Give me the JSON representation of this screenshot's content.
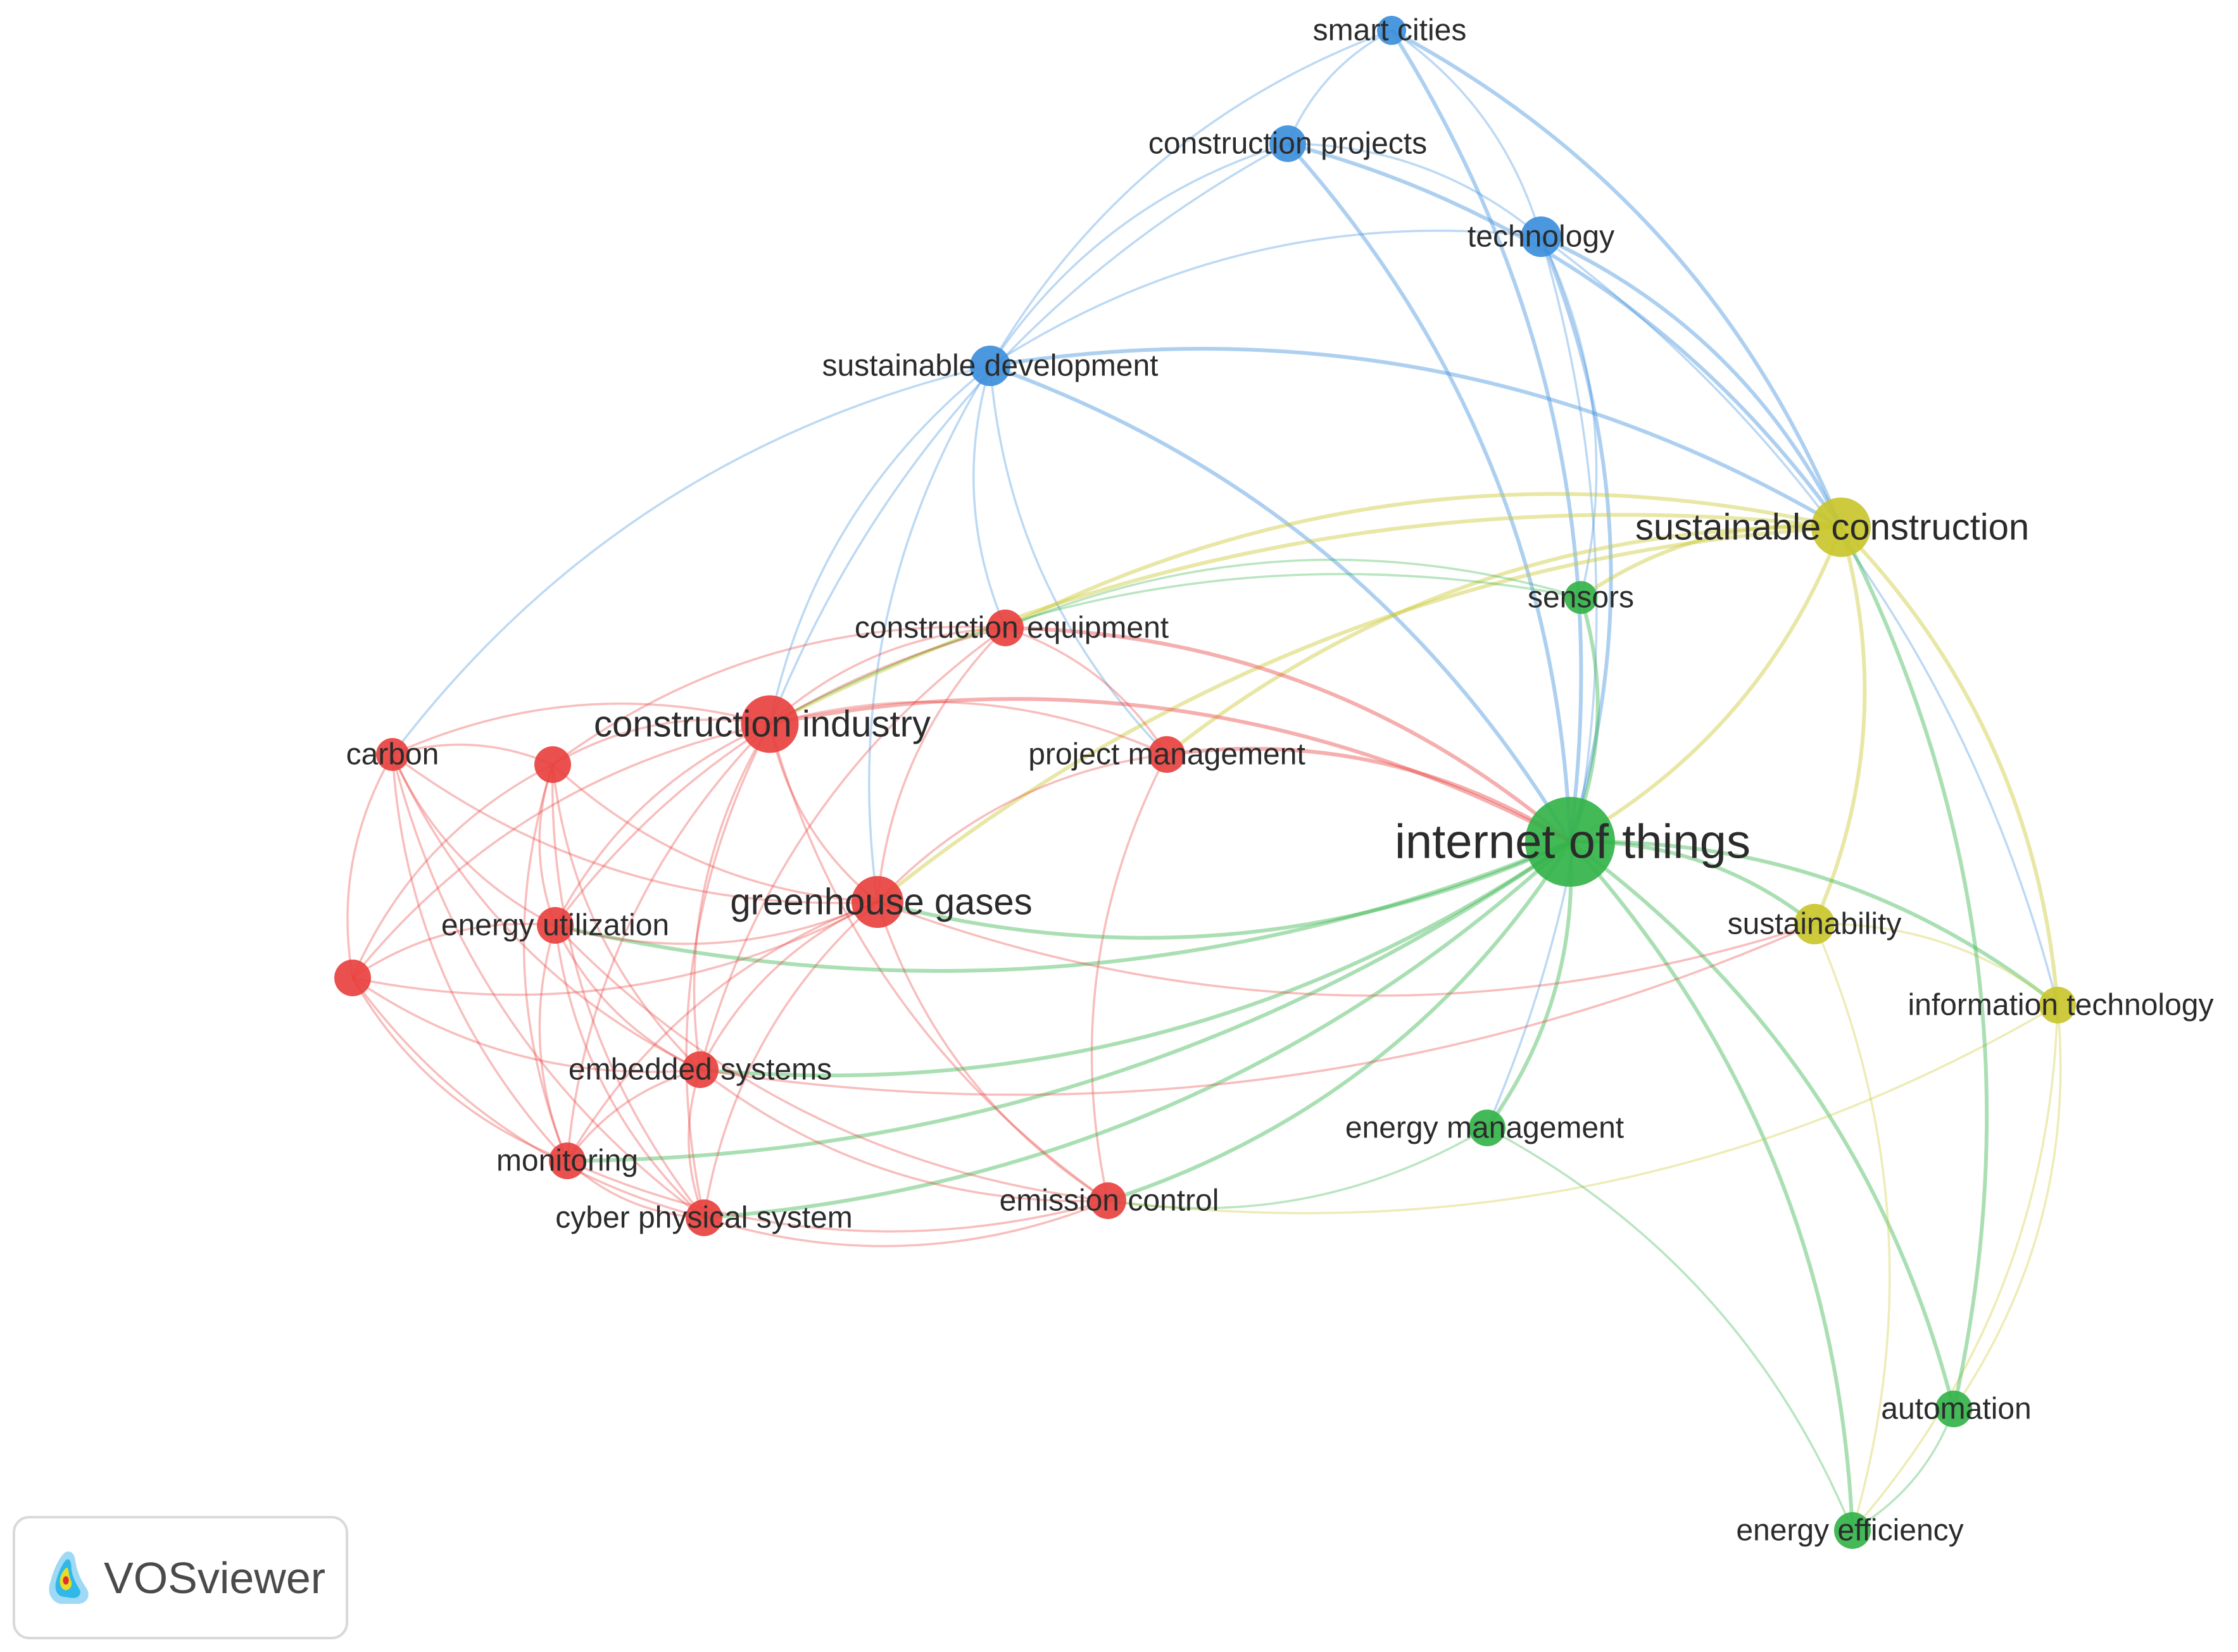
{
  "clusters": {
    "red": "#e8413f",
    "green": "#34b34a",
    "blue": "#3d8fdc",
    "yellow": "#c9c62c"
  },
  "nodes": [
    {
      "id": "smart-cities",
      "label": "smart cities",
      "cluster": "blue",
      "weight": 1
    },
    {
      "id": "construction-projects",
      "label": "construction projects",
      "cluster": "blue",
      "weight": 1.4
    },
    {
      "id": "technology",
      "label": "technology",
      "cluster": "blue",
      "weight": 1.6
    },
    {
      "id": "sustainable-development",
      "label": "sustainable development",
      "cluster": "blue",
      "weight": 1.6
    },
    {
      "id": "sustainable-construction",
      "label": "sustainable construction",
      "cluster": "yellow",
      "weight": 2.6
    },
    {
      "id": "sensors",
      "label": "sensors",
      "cluster": "green",
      "weight": 1.2
    },
    {
      "id": "construction-equipment",
      "label": "construction equipment",
      "cluster": "red",
      "weight": 1.4
    },
    {
      "id": "construction-industry",
      "label": "construction industry",
      "cluster": "red",
      "weight": 2.5
    },
    {
      "id": "carbon",
      "label": "carbon",
      "cluster": "red",
      "weight": 1.2
    },
    {
      "id": "unlabeled-red-1",
      "label": "",
      "cluster": "red",
      "weight": 1.4
    },
    {
      "id": "project-management",
      "label": "project management",
      "cluster": "red",
      "weight": 1.4
    },
    {
      "id": "internet-of-things",
      "label": "internet of things",
      "cluster": "green",
      "weight": 4.2
    },
    {
      "id": "greenhouse-gases",
      "label": "greenhouse gases",
      "cluster": "red",
      "weight": 2.2
    },
    {
      "id": "energy-utilization",
      "label": "energy utilization",
      "cluster": "red",
      "weight": 1.4
    },
    {
      "id": "unlabeled-red-2",
      "label": "",
      "cluster": "red",
      "weight": 1.4
    },
    {
      "id": "sustainability",
      "label": "sustainability",
      "cluster": "yellow",
      "weight": 1.6
    },
    {
      "id": "information-technology",
      "label": "information technology",
      "cluster": "yellow",
      "weight": 1.4
    },
    {
      "id": "embedded-systems",
      "label": "embedded systems",
      "cluster": "red",
      "weight": 1.4
    },
    {
      "id": "energy-management",
      "label": "energy management",
      "cluster": "green",
      "weight": 1.4
    },
    {
      "id": "monitoring",
      "label": "monitoring",
      "cluster": "red",
      "weight": 1.4
    },
    {
      "id": "emission-control",
      "label": "emission control",
      "cluster": "red",
      "weight": 1.4
    },
    {
      "id": "cyber-physical-system",
      "label": "cyber physical system",
      "cluster": "red",
      "weight": 1.4
    },
    {
      "id": "automation",
      "label": "automation",
      "cluster": "green",
      "weight": 1.4
    },
    {
      "id": "energy-efficiency",
      "label": "energy efficiency",
      "cluster": "green",
      "weight": 1.4
    }
  ],
  "links": [
    [
      "smart-cities",
      "construction-projects"
    ],
    [
      "smart-cities",
      "technology"
    ],
    [
      "smart-cities",
      "sustainable-development"
    ],
    [
      "smart-cities",
      "internet-of-things"
    ],
    [
      "smart-cities",
      "sustainable-construction"
    ],
    [
      "construction-projects",
      "technology"
    ],
    [
      "construction-projects",
      "sustainable-development"
    ],
    [
      "construction-projects",
      "internet-of-things"
    ],
    [
      "construction-projects",
      "sustainable-construction"
    ],
    [
      "construction-projects",
      "construction-industry"
    ],
    [
      "technology",
      "sustainable-development"
    ],
    [
      "technology",
      "internet-of-things"
    ],
    [
      "technology",
      "sustainable-construction"
    ],
    [
      "technology",
      "sensors"
    ],
    [
      "technology",
      "energy-management"
    ],
    [
      "technology",
      "information-technology"
    ],
    [
      "sustainable-development",
      "internet-of-things"
    ],
    [
      "sustainable-development",
      "construction-industry"
    ],
    [
      "sustainable-development",
      "greenhouse-gases"
    ],
    [
      "sustainable-development",
      "carbon"
    ],
    [
      "sustainable-development",
      "construction-equipment"
    ],
    [
      "sustainable-development",
      "project-management"
    ],
    [
      "sustainable-development",
      "sustainable-construction"
    ],
    [
      "sustainable-construction",
      "internet-of-things"
    ],
    [
      "sustainable-construction",
      "sustainability"
    ],
    [
      "sustainable-construction",
      "information-technology"
    ],
    [
      "sustainable-construction",
      "construction-industry"
    ],
    [
      "sustainable-construction",
      "sensors"
    ],
    [
      "sustainable-construction",
      "greenhouse-gases"
    ],
    [
      "sustainable-construction",
      "project-management"
    ],
    [
      "sustainable-construction",
      "construction-equipment"
    ],
    [
      "sensors",
      "internet-of-things"
    ],
    [
      "sensors",
      "construction-industry"
    ],
    [
      "sensors",
      "construction-equipment"
    ],
    [
      "construction-equipment",
      "construction-industry"
    ],
    [
      "construction-equipment",
      "greenhouse-gases"
    ],
    [
      "construction-equipment",
      "project-management"
    ],
    [
      "construction-equipment",
      "internet-of-things"
    ],
    [
      "construction-equipment",
      "energy-utilization"
    ],
    [
      "construction-equipment",
      "embedded-systems"
    ],
    [
      "construction-equipment",
      "unlabeled-red-1"
    ],
    [
      "construction-industry",
      "greenhouse-gases"
    ],
    [
      "construction-industry",
      "carbon"
    ],
    [
      "construction-industry",
      "unlabeled-red-1"
    ],
    [
      "construction-industry",
      "energy-utilization"
    ],
    [
      "construction-industry",
      "embedded-systems"
    ],
    [
      "construction-industry",
      "monitoring"
    ],
    [
      "construction-industry",
      "cyber-physical-system"
    ],
    [
      "construction-industry",
      "emission-control"
    ],
    [
      "construction-industry",
      "project-management"
    ],
    [
      "construction-industry",
      "internet-of-things"
    ],
    [
      "construction-industry",
      "unlabeled-red-2"
    ],
    [
      "carbon",
      "unlabeled-red-1"
    ],
    [
      "carbon",
      "energy-utilization"
    ],
    [
      "carbon",
      "greenhouse-gases"
    ],
    [
      "carbon",
      "unlabeled-red-2"
    ],
    [
      "carbon",
      "embedded-systems"
    ],
    [
      "carbon",
      "monitoring"
    ],
    [
      "carbon",
      "cyber-physical-system"
    ],
    [
      "unlabeled-red-1",
      "greenhouse-gases"
    ],
    [
      "unlabeled-red-1",
      "energy-utilization"
    ],
    [
      "unlabeled-red-1",
      "unlabeled-red-2"
    ],
    [
      "unlabeled-red-1",
      "embedded-systems"
    ],
    [
      "unlabeled-red-1",
      "monitoring"
    ],
    [
      "unlabeled-red-1",
      "cyber-physical-system"
    ],
    [
      "project-management",
      "greenhouse-gases"
    ],
    [
      "project-management",
      "internet-of-things"
    ],
    [
      "project-management",
      "emission-control"
    ],
    [
      "internet-of-things",
      "greenhouse-gases"
    ],
    [
      "internet-of-things",
      "sustainability"
    ],
    [
      "internet-of-things",
      "information-technology"
    ],
    [
      "internet-of-things",
      "energy-management"
    ],
    [
      "internet-of-things",
      "automation"
    ],
    [
      "internet-of-things",
      "energy-efficiency"
    ],
    [
      "internet-of-things",
      "embedded-systems"
    ],
    [
      "internet-of-things",
      "energy-utilization"
    ],
    [
      "internet-of-things",
      "emission-control"
    ],
    [
      "internet-of-things",
      "monitoring"
    ],
    [
      "internet-of-things",
      "cyber-physical-system"
    ],
    [
      "greenhouse-gases",
      "energy-utilization"
    ],
    [
      "greenhouse-gases",
      "embedded-systems"
    ],
    [
      "greenhouse-gases",
      "emission-control"
    ],
    [
      "greenhouse-gases",
      "monitoring"
    ],
    [
      "greenhouse-gases",
      "cyber-physical-system"
    ],
    [
      "greenhouse-gases",
      "unlabeled-red-2"
    ],
    [
      "greenhouse-gases",
      "sustainability"
    ],
    [
      "energy-utilization",
      "embedded-systems"
    ],
    [
      "energy-utilization",
      "monitoring"
    ],
    [
      "energy-utilization",
      "cyber-physical-system"
    ],
    [
      "energy-utilization",
      "unlabeled-red-2"
    ],
    [
      "energy-utilization",
      "emission-control"
    ],
    [
      "unlabeled-red-2",
      "embedded-systems"
    ],
    [
      "unlabeled-red-2",
      "monitoring"
    ],
    [
      "unlabeled-red-2",
      "cyber-physical-system"
    ],
    [
      "sustainability",
      "information-technology"
    ],
    [
      "sustainability",
      "energy-efficiency"
    ],
    [
      "information-technology",
      "automation"
    ],
    [
      "information-technology",
      "energy-efficiency"
    ],
    [
      "information-technology",
      "emission-control"
    ],
    [
      "embedded-systems",
      "monitoring"
    ],
    [
      "embedded-systems",
      "cyber-physical-system"
    ],
    [
      "embedded-systems",
      "emission-control"
    ],
    [
      "embedded-systems",
      "sustainability"
    ],
    [
      "energy-management",
      "energy-efficiency"
    ],
    [
      "energy-management",
      "emission-control"
    ],
    [
      "monitoring",
      "cyber-physical-system"
    ],
    [
      "monitoring",
      "emission-control"
    ],
    [
      "emission-control",
      "cyber-physical-system"
    ],
    [
      "automation",
      "energy-efficiency"
    ],
    [
      "automation",
      "sustainable-construction"
    ]
  ],
  "logo": {
    "text": "VOSviewer"
  }
}
